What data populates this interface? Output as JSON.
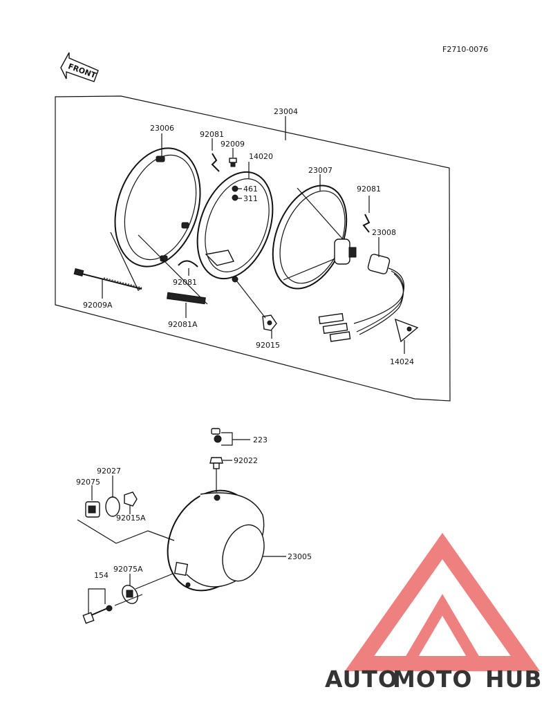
{
  "figure_code": "F2710-0076",
  "front_label": "FRONT",
  "parts": {
    "p23004": "23004",
    "p23006": "23006",
    "p92081_top": "92081",
    "p92009": "92009",
    "p14020": "14020",
    "p461": "461",
    "p311": "311",
    "p23007": "23007",
    "p92081_right": "92081",
    "p23008": "23008",
    "p92009A": "92009A",
    "p92081_mid": "92081",
    "p92081A": "92081A",
    "p92015": "92015",
    "p14024": "14024",
    "p223": "223",
    "p92022": "92022",
    "p92027": "92027",
    "p92075": "92075",
    "p92015A": "92015A",
    "p23005": "23005",
    "p92075A": "92075A",
    "p154": "154"
  },
  "watermark": {
    "part1": "AUTO",
    "part2": "MOTO",
    "part3": "HUB",
    "color_orange": "#f6b36a",
    "color_red": "#ec6a6a",
    "color_grey": "#6b6b6b"
  }
}
